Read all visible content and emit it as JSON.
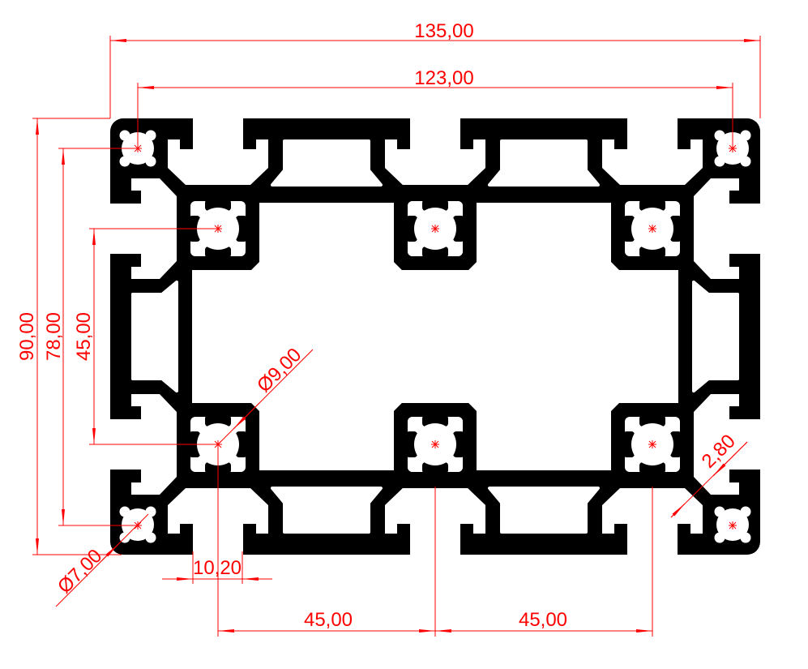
{
  "drawing": {
    "profile_color": "#000000",
    "dimension_color": "#ff0000",
    "background": "#ffffff"
  },
  "dimensions": {
    "overall_width": "135,00",
    "core_spacing_width": "123,00",
    "overall_height": "90,00",
    "core_spacing_height": "78,00",
    "inner_core_spacing_height": "45,00",
    "inner_core_diameter": "Ø9,00",
    "corner_core_diameter": "Ø7,00",
    "slot_width": "10,20",
    "bottom_spacing_left": "45,00",
    "bottom_spacing_right": "45,00",
    "wall_thickness": "2,80"
  }
}
